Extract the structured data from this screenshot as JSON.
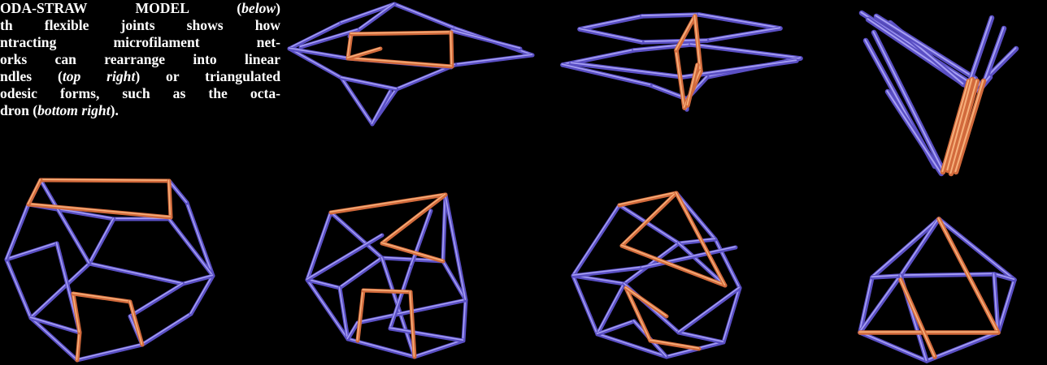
{
  "caption": {
    "lines": [
      {
        "parts": [
          {
            "text": "ODA-STRAW MODEL ("
          },
          {
            "text": "below",
            "em": true
          },
          {
            "text": ")"
          }
        ]
      },
      {
        "parts": [
          {
            "text": "th flexible joints shows how"
          }
        ]
      },
      {
        "parts": [
          {
            "text": "ntracting microfilament net-"
          }
        ]
      },
      {
        "parts": [
          {
            "text": "orks can rearrange into linear"
          }
        ]
      },
      {
        "parts": [
          {
            "text": "ndles ("
          },
          {
            "text": "top right",
            "em": true
          },
          {
            "text": ") or triangulated"
          }
        ]
      },
      {
        "parts": [
          {
            "text": "odesic forms, such as the octa-"
          }
        ]
      },
      {
        "parts": [
          {
            "text": "dron ("
          },
          {
            "text": "bottom right",
            "em": true
          },
          {
            "text": ")."
          }
        ]
      }
    ]
  },
  "colors": {
    "background": "#000000",
    "strut": "#5a4fc4",
    "strut_highlight": "#b9b3ff",
    "strut_accent": "#d26a3c",
    "strut_accent_highlight": "#ffc08a"
  }
}
